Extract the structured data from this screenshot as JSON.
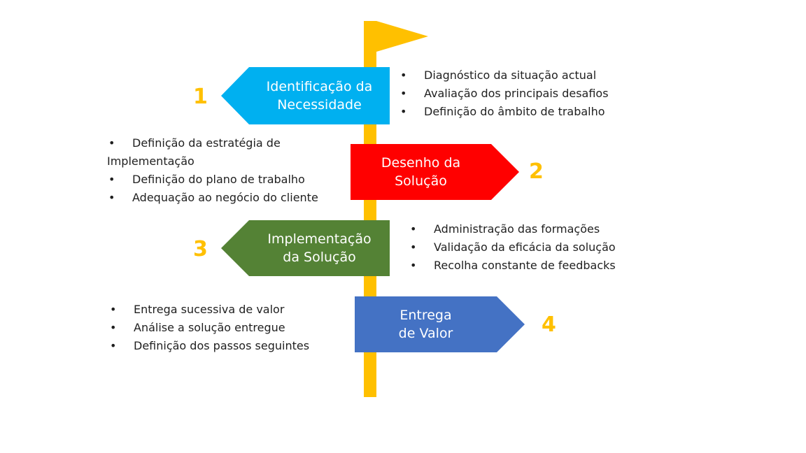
{
  "colors": {
    "pole": "#FFC000",
    "sign_1": "#00B0F0",
    "sign_2": "#FF0000",
    "sign_3": "#548235",
    "sign_4": "#4472C4",
    "numbers": "#FFC000",
    "bullet_text": "#1f1f1f",
    "sign_text": "#ffffff"
  },
  "steps": [
    {
      "number": "1",
      "title_lines": [
        "Identificação da",
        "Necessidade"
      ],
      "direction": "left",
      "bullets": [
        "Diagnóstico da situação actual",
        "Avaliação dos principais desafios",
        "Definição do âmbito de trabalho"
      ]
    },
    {
      "number": "2",
      "title_lines": [
        "Desenho da",
        "Solução"
      ],
      "direction": "right",
      "bullets": [
        "Definição da estratégia de",
        "Implementação",
        "Definição do plano de trabalho",
        "Adequação ao negócio do cliente"
      ]
    },
    {
      "number": "3",
      "title_lines": [
        "Implementação",
        "da Solução"
      ],
      "direction": "left",
      "bullets": [
        "Administração das formações",
        "Validação da eficácia da solução",
        "Recolha constante de feedbacks"
      ]
    },
    {
      "number": "4",
      "title_lines": [
        "Entrega",
        "de Valor"
      ],
      "direction": "right",
      "bullets": [
        "Entrega sucessiva de valor",
        "Análise a solução entregue",
        "Definição dos passos seguintes"
      ]
    }
  ]
}
